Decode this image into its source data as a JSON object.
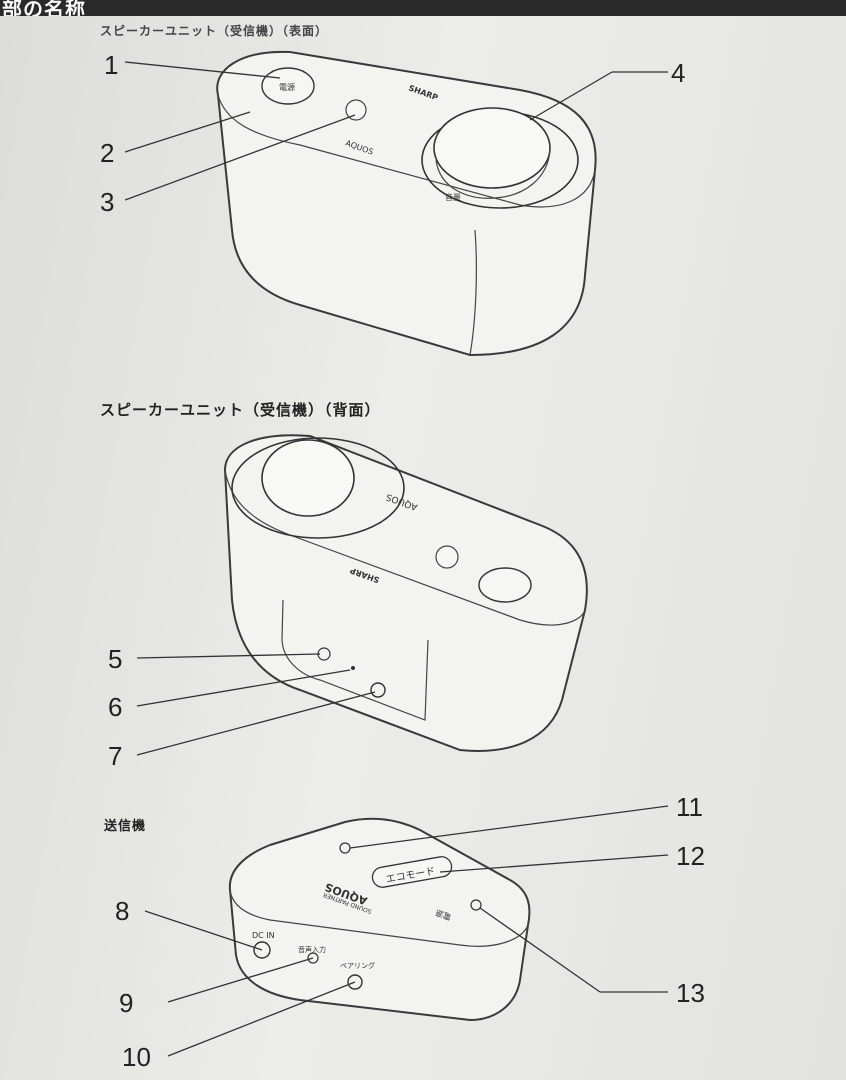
{
  "header": {
    "title": "部の名称"
  },
  "captions": {
    "front": "スピーカーユニット（受信機）（表面）",
    "back": "スピーカーユニット（受信機）（背面）",
    "transmitter": "送信機"
  },
  "callouts": [
    "1",
    "2",
    "3",
    "4",
    "5",
    "6",
    "7",
    "8",
    "9",
    "10",
    "11",
    "12",
    "13"
  ],
  "device_labels": {
    "brand": "SHARP",
    "product": "AQUOS",
    "product_sub": "SOUND PARTNER",
    "power": "電源",
    "volume": "音量",
    "mode_button": "エコモード",
    "dc_in": "DC IN",
    "audio_in": "音声入力",
    "pairing": "ペアリング"
  }
}
